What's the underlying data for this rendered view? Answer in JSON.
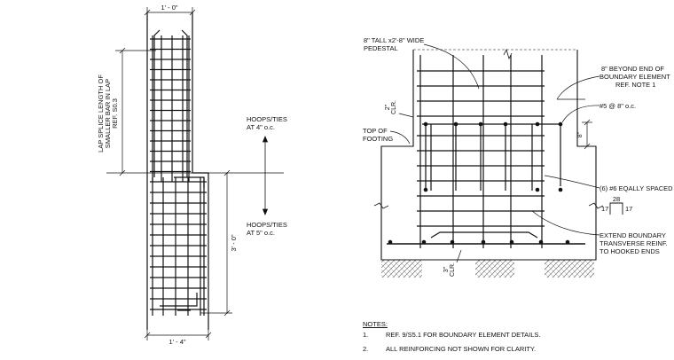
{
  "elevation": {
    "dim_top": "1' - 0\"",
    "dim_bottom": "1' - 4\"",
    "dim_vertical": "3' - 0\"",
    "lap_line1": "LAP SPLICE LENGTH OF",
    "lap_line2": "SMALLER BAR IN LAP",
    "lap_ref": "REF. S0.3",
    "hoops_upper_1": "HOOPS/TIES",
    "hoops_upper_2": "AT 4\" o.c.",
    "hoops_lower_1": "HOOPS/TIES",
    "hoops_lower_2": "AT 5\" o.c."
  },
  "section": {
    "pedestal_1": "8\" TALL x2'-8\" WIDE",
    "pedestal_2": "PEDESTAL",
    "beyond_1": "8\" BEYOND END OF",
    "beyond_2": "BOUNDARY ELEMENT",
    "beyond_3": "REF. NOTE 1",
    "clr_top": "2\"",
    "clr_top_2": "CLR.",
    "bars_5": "#5 @ 8\" o.c.",
    "dim_8": "8\"",
    "top_footing_1": "TOP OF",
    "top_footing_2": "FOOTING",
    "bars_6": "(6) #6 EQALLY SPACED",
    "hook_28": "28",
    "hook_17_left": "17",
    "hook_17_right": "17",
    "extend_1": "EXTEND BOUNDARY",
    "extend_2": "TRANSVERSE REINF.",
    "extend_3": "TO HOOKED ENDS",
    "clr_bottom": "3\"",
    "clr_bottom_2": "CLR."
  },
  "notes": {
    "header": "NOTES:",
    "items": [
      {
        "num": "1.",
        "text": "REF. 9/S5.1 FOR BOUNDARY ELEMENT DETAILS."
      },
      {
        "num": "2.",
        "text": "ALL REINFORCING NOT SHOWN FOR CLARITY."
      }
    ]
  }
}
